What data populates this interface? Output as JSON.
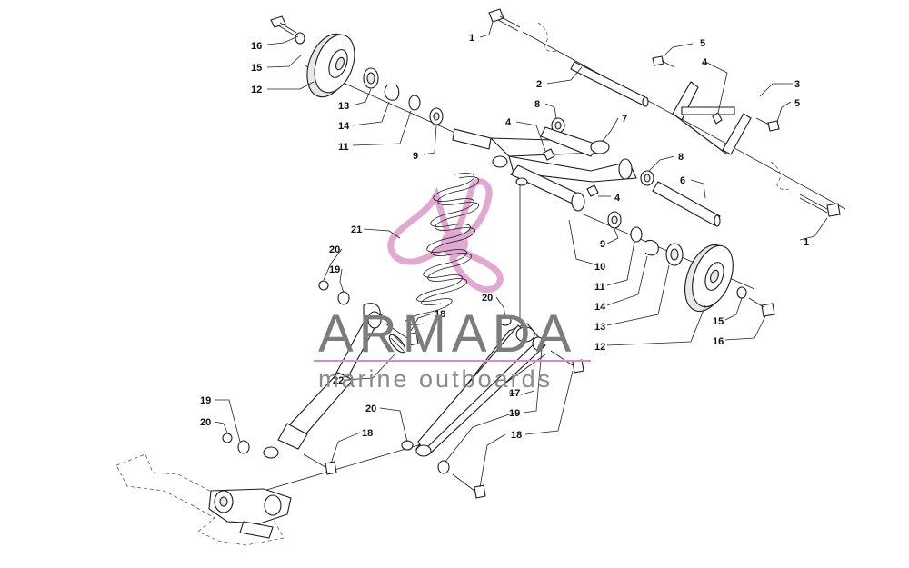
{
  "callouts": [
    {
      "text": "1"
    },
    {
      "text": "1"
    },
    {
      "text": "2"
    },
    {
      "text": "3"
    },
    {
      "text": "4"
    },
    {
      "text": "4"
    },
    {
      "text": "4"
    },
    {
      "text": "5"
    },
    {
      "text": "5"
    },
    {
      "text": "6"
    },
    {
      "text": "7"
    },
    {
      "text": "8"
    },
    {
      "text": "8"
    },
    {
      "text": "9"
    },
    {
      "text": "9"
    },
    {
      "text": "10"
    },
    {
      "text": "11"
    },
    {
      "text": "11"
    },
    {
      "text": "12"
    },
    {
      "text": "12"
    },
    {
      "text": "13"
    },
    {
      "text": "13"
    },
    {
      "text": "14"
    },
    {
      "text": "14"
    },
    {
      "text": "15"
    },
    {
      "text": "15"
    },
    {
      "text": "16"
    },
    {
      "text": "16"
    },
    {
      "text": "17"
    },
    {
      "text": "18"
    },
    {
      "text": "18"
    },
    {
      "text": "18"
    },
    {
      "text": "19"
    },
    {
      "text": "19"
    },
    {
      "text": "19"
    },
    {
      "text": "20"
    },
    {
      "text": "20"
    },
    {
      "text": "20"
    },
    {
      "text": "20"
    },
    {
      "text": "21"
    },
    {
      "text": "22"
    }
  ],
  "watermark": {
    "brand": "ARMADA",
    "tagline": "marine outboards",
    "accent_color": "#d98cc4",
    "text_color": "#7c7c7c"
  }
}
